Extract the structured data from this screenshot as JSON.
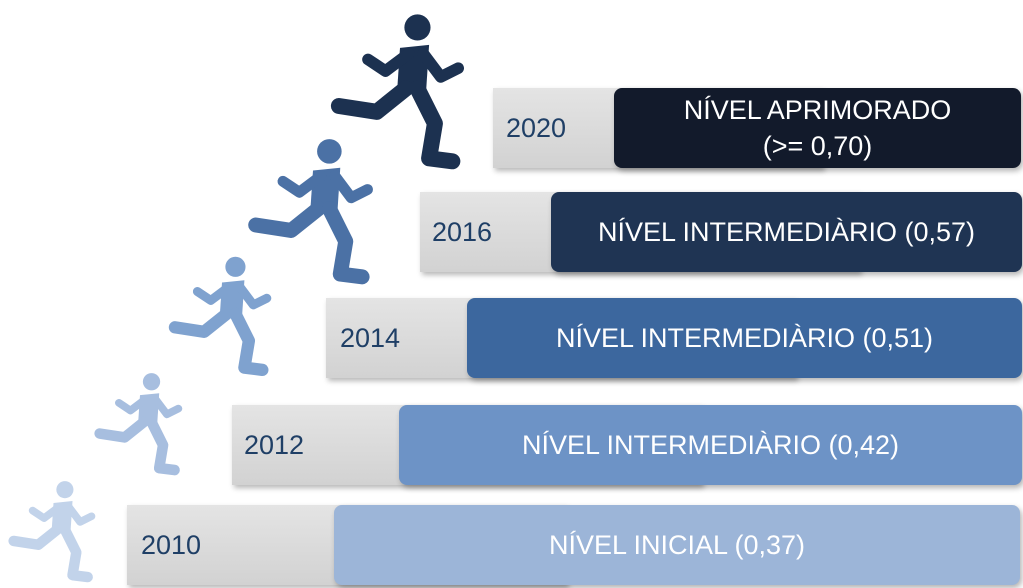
{
  "colors": {
    "level_2010": "#9cb5d8",
    "level_2012": "#6d93c6",
    "level_2014": "#3c679e",
    "level_2016": "#1f3453",
    "level_2020": "#121a2b",
    "runner_2010": "#c2d3ea",
    "runner_2012": "#a7bedf",
    "runner_2014": "#7fa2cf",
    "runner_2016": "#4b71a5",
    "runner_2020": "#1c3150",
    "year_text": "#1f3f66"
  },
  "steps": [
    {
      "year": "2010",
      "level": "NÍVEL INICIAL (0,37)",
      "level_line2": ""
    },
    {
      "year": "2012",
      "level": "NÍVEL INTERMEDIÀRIO (0,42)",
      "level_line2": ""
    },
    {
      "year": "2014",
      "level": "NÍVEL INTERMEDIÀRIO (0,51)",
      "level_line2": ""
    },
    {
      "year": "2016",
      "level": "NÍVEL INTERMEDIÀRIO (0,57)",
      "level_line2": ""
    },
    {
      "year": "2020",
      "level": "NÍVEL APRIMORADO",
      "level_line2": "(>= 0,70)"
    }
  ],
  "icons": [
    "runner-icon",
    "runner-icon",
    "runner-icon",
    "runner-icon",
    "runner-icon"
  ]
}
